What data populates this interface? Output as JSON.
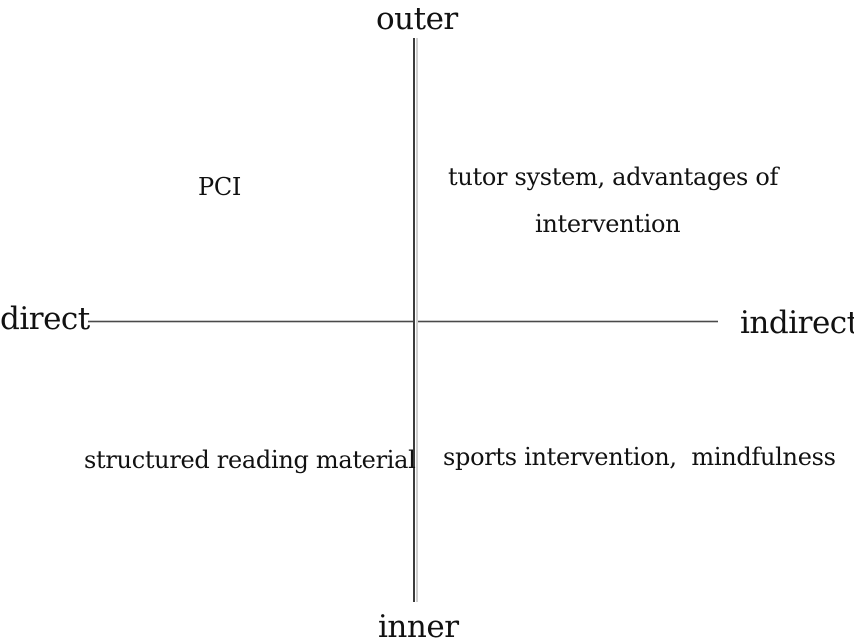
{
  "axes": {
    "top": "outer",
    "bottom": "inner",
    "left": "direct",
    "right": "indirect"
  },
  "quadrants": {
    "top_left": [
      "PCI"
    ],
    "top_right": [
      "tutor system, advantages of",
      "intervention"
    ],
    "bottom_left": [
      "structured reading material"
    ],
    "bottom_right": [
      "sports intervention,  mindfulness"
    ]
  }
}
